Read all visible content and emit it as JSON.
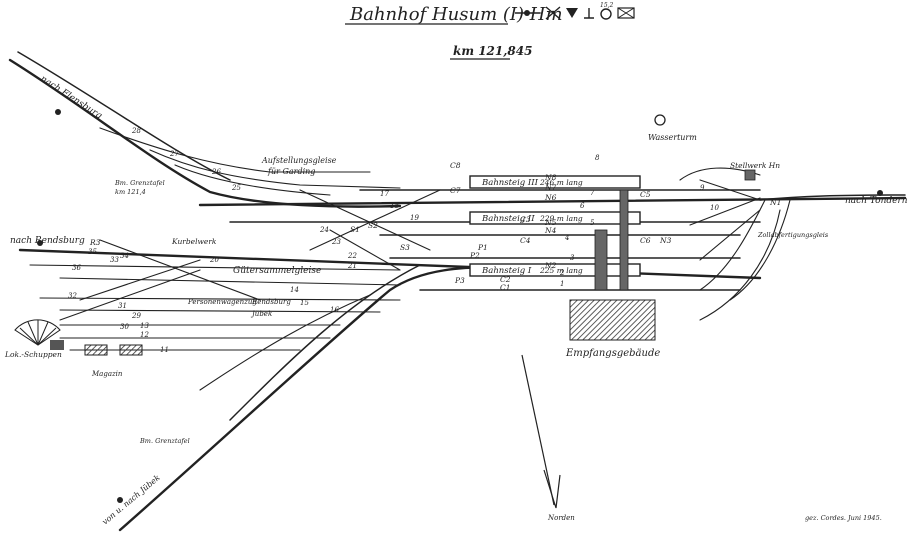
{
  "title": "Bahnhof Husum (I) Hm",
  "km": "km 121,845",
  "legend_note": "15,2",
  "platforms": [
    {
      "name": "Bahnsteig III",
      "length": "246 m lang"
    },
    {
      "name": "Bahnsteig II",
      "length": "229 m lang"
    },
    {
      "name": "Bahnsteig I",
      "length": "225 m lang"
    }
  ],
  "directions": {
    "rendsburg": "nach Rendsburg",
    "tondern": "nach Tondern",
    "jubek": "von u. nach Jübek",
    "flensburg": "nach Flensburg"
  },
  "places": {
    "wasserturm": "Wasserturm",
    "empfang": "Empfangsgebäude",
    "kurbelwerk": "Kurbelwerk",
    "lokschuppen": "Lok.-Schuppen",
    "magazin": "Magazin",
    "gueter": "Gütersammelgleise",
    "aufstellung": "Aufstellungsgleise",
    "fuer_garding": "für Garding",
    "rendsburg2": "Rendsburg",
    "jubek2": "Jübek",
    "personenwagen": "Personenwagenzug",
    "stellwerk": "Stellwerk Hn",
    "zollabfertigung": "Zollabfertigungsgleis",
    "nordstern": "Norden",
    "grenztafel": "Bm. Grenztafel",
    "grenztafel_km": "km 121,4",
    "bauzug": "Bm. Grenztafel",
    "signature": "gez. Cordes. Juni 1945."
  },
  "track_numbers": [
    "28",
    "27",
    "26",
    "25",
    "24",
    "23",
    "22",
    "21",
    "20",
    "31",
    "32",
    "33",
    "34",
    "35",
    "36",
    "14",
    "15",
    "16",
    "17",
    "18",
    "19",
    "11",
    "12",
    "13",
    "29",
    "30",
    "1",
    "2",
    "3",
    "4",
    "5",
    "6",
    "7",
    "8",
    "9",
    "10"
  ],
  "signal_labels": [
    "C8",
    "C7",
    "C6",
    "C5",
    "C4",
    "C3",
    "C2",
    "C1",
    "N1",
    "N2",
    "N3",
    "N4",
    "N5",
    "N6",
    "N7",
    "N8",
    "P1",
    "P2",
    "P3",
    "R3",
    "S1",
    "S2",
    "S3"
  ]
}
